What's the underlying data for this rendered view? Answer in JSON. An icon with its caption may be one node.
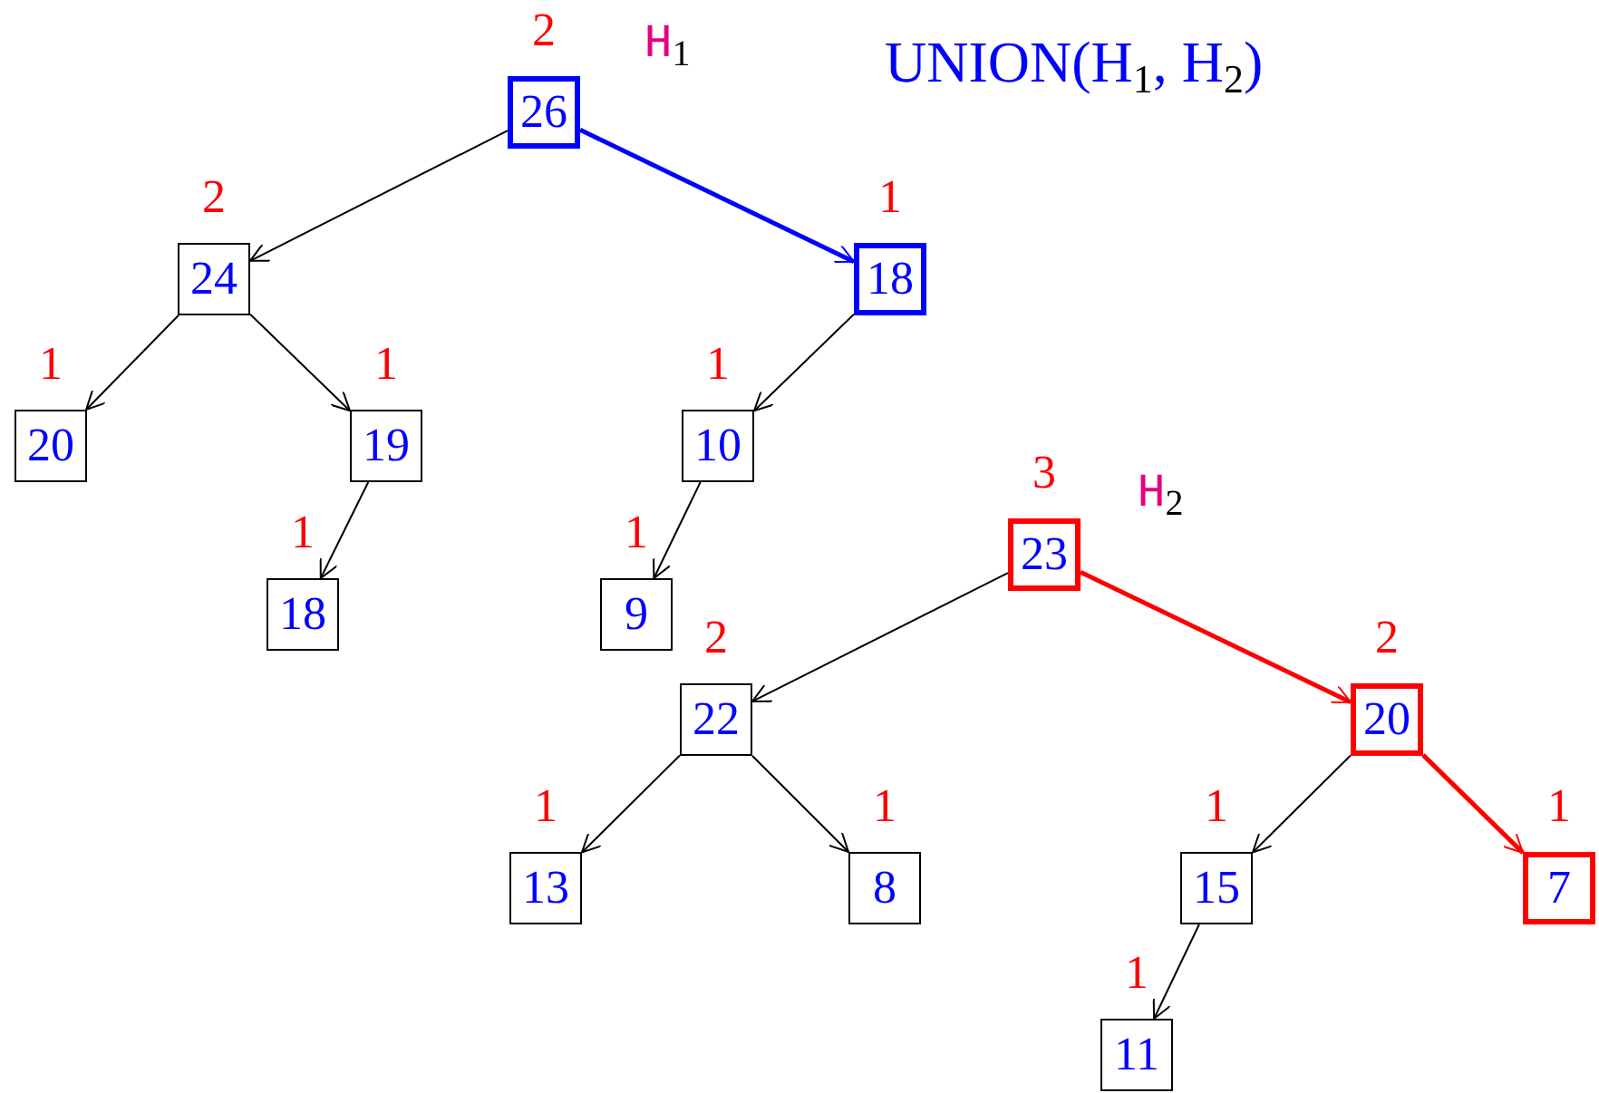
{
  "diagram": {
    "title": "UNION(H$_{1}$, H$_{2}$)",
    "nodes": [
      {
        "text": [
          "26"
        ],
        "beside": [
          "2"
        ]
      },
      {
        "text": [
          "24"
        ],
        "beside": [
          "2"
        ]
      },
      {
        "text": [
          "18"
        ],
        "beside": [
          "1"
        ]
      },
      {
        "text": [
          "20"
        ],
        "beside": [
          "1"
        ]
      },
      {
        "text": [
          "19"
        ],
        "beside": [
          "1"
        ]
      },
      {
        "text": [
          "10"
        ],
        "beside": [
          "1"
        ]
      },
      {
        "text": [
          "18"
        ],
        "beside": [
          "1"
        ]
      },
      {
        "text": [
          "9"
        ],
        "beside": [
          "1"
        ]
      },
      {
        "text": [
          "23"
        ],
        "beside": [
          "3"
        ]
      },
      {
        "text": [
          "22"
        ],
        "beside": [
          "2"
        ]
      },
      {
        "text": [
          "20"
        ],
        "beside": [
          "2"
        ]
      },
      {
        "text": [
          "13"
        ],
        "beside": [
          "1"
        ]
      },
      {
        "text": [
          "8"
        ],
        "beside": [
          "1"
        ]
      },
      {
        "text": [
          "15"
        ],
        "beside": [
          "1"
        ]
      },
      {
        "text": [
          "7"
        ],
        "beside": [
          "1"
        ]
      },
      {
        "text": [
          "11"
        ],
        "beside": [
          "1"
        ]
      }
    ],
    "edges": [
      {
        "from": 0,
        "to": 1,
        "arrow": "to"
      },
      {
        "from": 0,
        "to": 2,
        "arrow": "to",
        "style": "thick",
        "color": "#0000ff"
      },
      {
        "from": 1,
        "to": 3,
        "arrow": "to"
      },
      {
        "from": 1,
        "to": 4,
        "arrow": "to"
      },
      {
        "from": 2,
        "to": 5,
        "arrow": "to"
      },
      {
        "from": 4,
        "to": 6,
        "arrow": "to"
      },
      {
        "from": 5,
        "to": 7,
        "arrow": "to"
      },
      {
        "from": 8,
        "to": 9,
        "arrow": "to"
      },
      {
        "from": 8,
        "to": 10,
        "arrow": "to",
        "style": "thick",
        "color": "#ff0000"
      },
      {
        "from": 9,
        "to": 11,
        "arrow": "to"
      },
      {
        "from": 9,
        "to": 12,
        "arrow": "to"
      },
      {
        "from": 10,
        "to": 13,
        "arrow": "to"
      },
      {
        "from": 10,
        "to": 14,
        "arrow": "to",
        "style": "thick",
        "color": "#ff0000"
      },
      {
        "from": 13,
        "to": 15,
        "arrow": "to"
      }
    ],
    "labels": [
      "H$_{1}$",
      "H$_{2}$"
    ]
  }
}
